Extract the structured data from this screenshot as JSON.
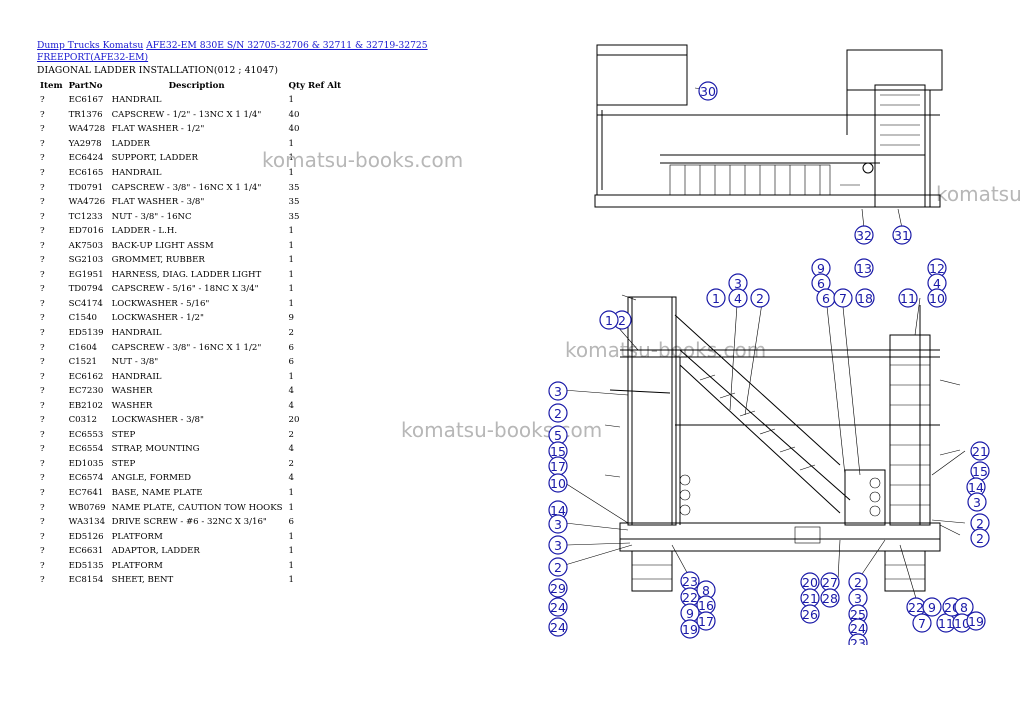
{
  "breadcrumb": {
    "link1": "Dump Trucks Komatsu",
    "link2": "AFE32-EM 830E S/N  32705-32706 & 32711 & 32719-32725",
    "link3": "FREEPORT(AFE32-EM)"
  },
  "subtitle": "DIAGONAL LADDER INSTALLATION(012 ; 41047)",
  "table": {
    "headers": {
      "item": "Item",
      "part": "PartNo",
      "desc": "Description",
      "qty": "Qty Ref Alt"
    },
    "rows": [
      [
        "?",
        "EC6167",
        "HANDRAIL",
        "1"
      ],
      [
        "?",
        "TR1376",
        "CAPSCREW - 1/2\" - 13NC X 1 1/4\"",
        "40"
      ],
      [
        "?",
        "WA4728",
        "FLAT WASHER - 1/2\"",
        "40"
      ],
      [
        "?",
        "YA2978",
        "LADDER",
        "1"
      ],
      [
        "?",
        "EC6424",
        "SUPPORT, LADDER",
        "1"
      ],
      [
        "?",
        "EC6165",
        "HANDRAIL",
        "1"
      ],
      [
        "?",
        "TD0791",
        "CAPSCREW - 3/8\" - 16NC X 1 1/4\"",
        "35"
      ],
      [
        "?",
        "WA4726",
        "FLAT WASHER - 3/8\"",
        "35"
      ],
      [
        "?",
        "TC1233",
        "NUT - 3/8\" - 16NC",
        "35"
      ],
      [
        "?",
        "ED7016",
        "LADDER - L.H.",
        "1"
      ],
      [
        "?",
        "AK7503",
        "BACK-UP LIGHT ASSM",
        "1"
      ],
      [
        "?",
        "SG2103",
        "GROMMET, RUBBER",
        "1"
      ],
      [
        "?",
        "EG1951",
        "HARNESS, DIAG. LADDER LIGHT",
        "1"
      ],
      [
        "?",
        "TD0794",
        "CAPSCREW - 5/16\" - 18NC X 3/4\"",
        "1"
      ],
      [
        "?",
        "SC4174",
        "LOCKWASHER - 5/16\"",
        "1"
      ],
      [
        "?",
        "C1540",
        "LOCKWASHER - 1/2\"",
        "9"
      ],
      [
        "?",
        "ED5139",
        "HANDRAIL",
        "2"
      ],
      [
        "?",
        "C1604",
        "CAPSCREW - 3/8\" - 16NC X 1 1/2\"",
        "6"
      ],
      [
        "?",
        "C1521",
        "NUT - 3/8\"",
        "6"
      ],
      [
        "?",
        "EC6162",
        "HANDRAIL",
        "1"
      ],
      [
        "?",
        "EC7230",
        "WASHER",
        "4"
      ],
      [
        "?",
        "EB2102",
        "WASHER",
        "4"
      ],
      [
        "?",
        "C0312",
        "LOCKWASHER - 3/8\"",
        "20"
      ],
      [
        "?",
        "EC6553",
        "STEP",
        "2"
      ],
      [
        "?",
        "EC6554",
        "STRAP, MOUNTING",
        "4"
      ],
      [
        "?",
        "ED1035",
        "STEP",
        "2"
      ],
      [
        "?",
        "EC6574",
        "ANGLE, FORMED",
        "4"
      ],
      [
        "?",
        "EC7641",
        "BASE, NAME PLATE",
        "1"
      ],
      [
        "?",
        "WB0769",
        "NAME PLATE, CAUTION TOW HOOKS",
        "1"
      ],
      [
        "?",
        "WA3134",
        "DRIVE SCREW - #6 - 32NC X 3/16\"",
        "6"
      ],
      [
        "?",
        "ED5126",
        "PLATFORM",
        "1"
      ],
      [
        "?",
        "EC6631",
        "ADAPTOR, LADDER",
        "1"
      ],
      [
        "?",
        "ED5135",
        "PLATFORM",
        "1"
      ],
      [
        "?",
        "EC8154",
        "SHEET, BENT",
        "1"
      ]
    ]
  },
  "watermark": "komatsu-books.com",
  "watermark_partial": "komatsu",
  "callouts": [
    "30",
    "32",
    "31",
    "9",
    "6",
    "13",
    "12",
    "4",
    "3",
    "1",
    "4",
    "2",
    "6",
    "7",
    "18",
    "11",
    "10",
    "2",
    "1",
    "3",
    "2",
    "5",
    "15",
    "17",
    "10",
    "14",
    "3",
    "3",
    "2",
    "29",
    "24",
    "24",
    "23",
    "22",
    "8",
    "16",
    "9",
    "17",
    "19",
    "20",
    "21",
    "26",
    "27",
    "28",
    "2",
    "3",
    "25",
    "24",
    "23",
    "22",
    "7",
    "9",
    "11",
    "20",
    "8",
    "10",
    "19",
    "21",
    "15",
    "14",
    "3",
    "2",
    "2",
    "1"
  ],
  "colors": {
    "link": "#1a1ad0",
    "callout": "#1a1aa8",
    "watermark": "#b7b7b7"
  }
}
